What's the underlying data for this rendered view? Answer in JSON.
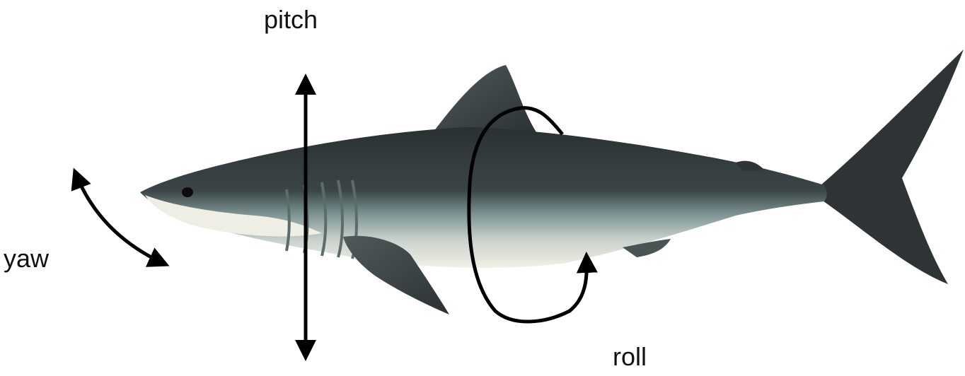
{
  "labels": {
    "pitch": "pitch",
    "yaw": "yaw",
    "roll": "roll"
  },
  "colors": {
    "arrow": "#000000",
    "shark_back": "#2e3436",
    "shark_mid": "#6f8585",
    "shark_belly": "#f1f0e4",
    "text": "#111111"
  },
  "icons": {
    "subject": "shark-illustration",
    "pitch_axis": "double-headed-vertical-arrow",
    "yaw_axis": "double-headed-curved-arrow",
    "roll_axis": "circular-arrow"
  }
}
